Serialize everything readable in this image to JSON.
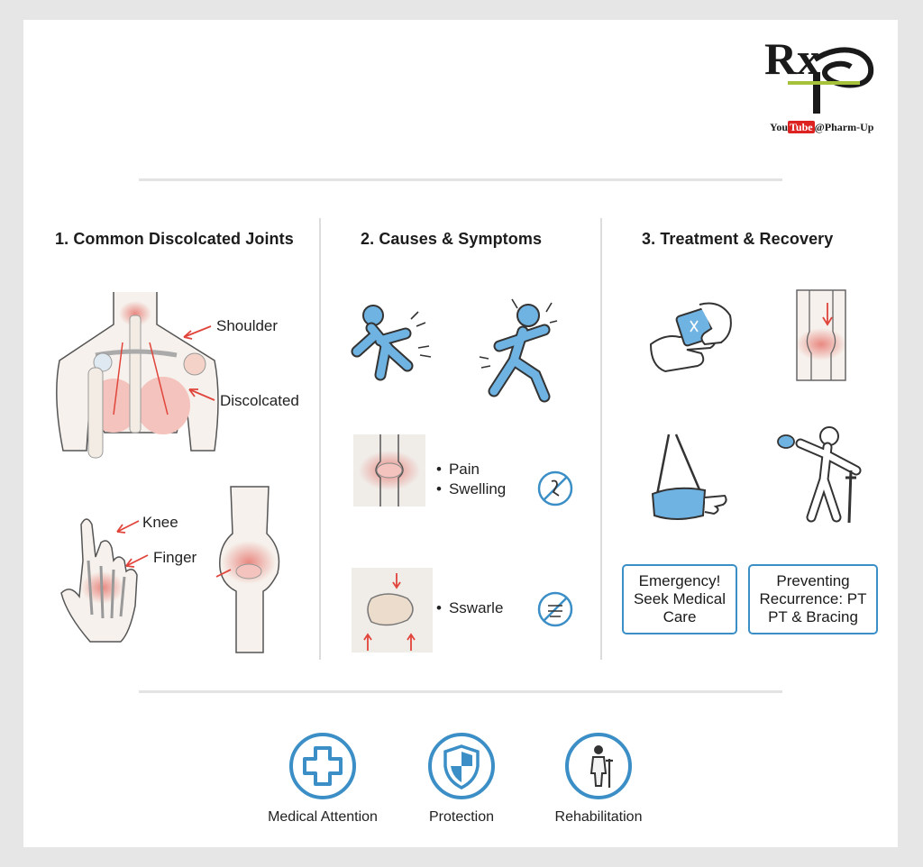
{
  "logo": {
    "mark": "Rx",
    "youtube_word1": "You",
    "youtube_word2": "Tube",
    "handle": "@Pharm-Up"
  },
  "sections": [
    {
      "title": "1. Common Discolcated Joints",
      "labels": [
        "Shoulder",
        "Discolcated",
        "Knee",
        "Finger"
      ]
    },
    {
      "title": "2. Causes & Symptoms",
      "bullets_a": [
        "Pain",
        "Swelling"
      ],
      "bullets_b": [
        "Sswarle"
      ]
    },
    {
      "title": "3. Treatment & Recovery",
      "callouts": [
        "Emergency! Seek Medical Care",
        "Preventing Recurrence: PT PT & Bracing"
      ]
    }
  ],
  "footer_icons": [
    {
      "label": "Medical Attention",
      "icon": "medical-cross-icon"
    },
    {
      "label": "Protection",
      "icon": "shield-icon"
    },
    {
      "label": "Rehabilitation",
      "icon": "person-crutch-icon"
    }
  ],
  "colors": {
    "accent_blue": "#3b8fc6",
    "figure_blue": "#6fb3e3",
    "pain_red": "#e0443a",
    "bone": "#f2ece4",
    "outline": "#444444"
  }
}
